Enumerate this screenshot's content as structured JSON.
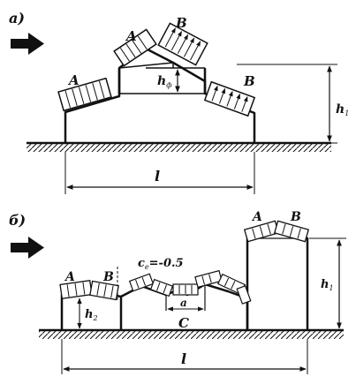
{
  "colors": {
    "ink": "#111111",
    "paper": "#ffffff"
  },
  "panel_a": {
    "label": "a)",
    "wind_arrow_icon": "right-arrow-icon",
    "load_labels": {
      "left_low": "A",
      "top_left": "A",
      "top_right": "B",
      "right_low": "B"
    },
    "lantern_height": {
      "main": "h",
      "sub": "ф"
    },
    "building_height": {
      "main": "h",
      "sub": "1"
    },
    "span_length": "l"
  },
  "panel_b": {
    "label": "б)",
    "wind_arrow_icon": "right-arrow-icon",
    "load_labels": {
      "left_a": "A",
      "left_b": "B",
      "tower_a": "A",
      "tower_b": "B"
    },
    "coefficient": {
      "main": "c",
      "sub": "e",
      "rest": "=-0.5"
    },
    "gap_width": "a",
    "cavity_label": "C",
    "low_height": {
      "main": "h",
      "sub": "2"
    },
    "tower_height": {
      "main": "h",
      "sub": "1"
    },
    "span_length": "l"
  }
}
